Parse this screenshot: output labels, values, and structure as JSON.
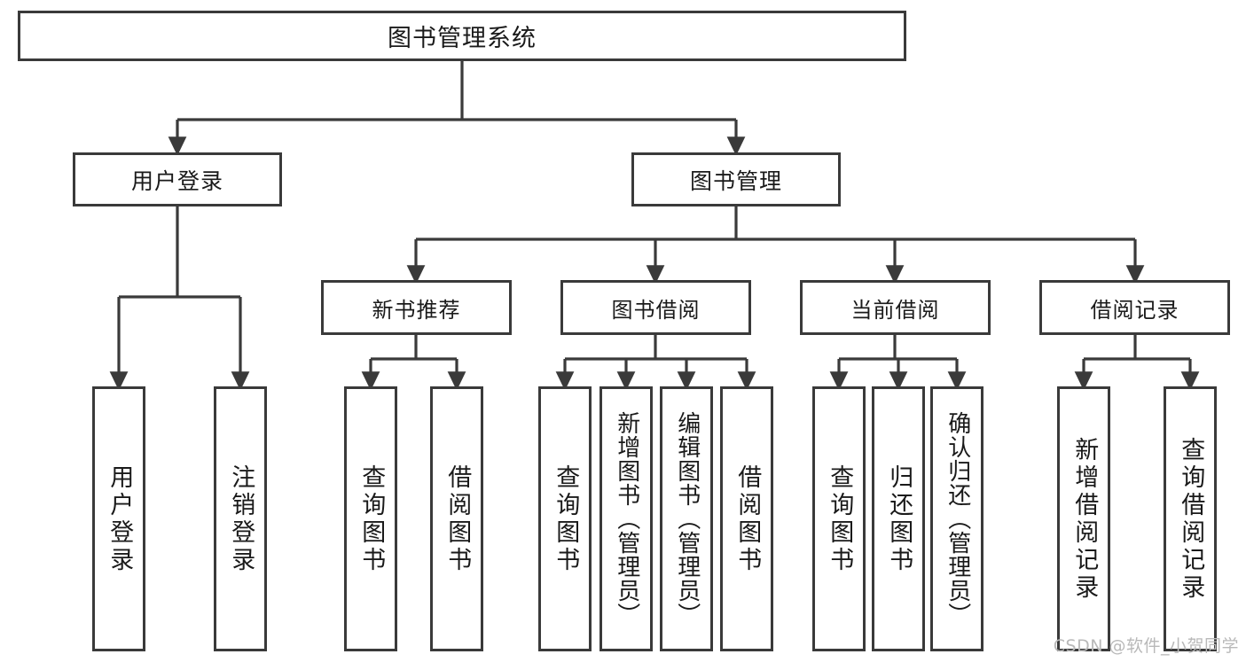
{
  "diagram": {
    "title": "图书管理系统",
    "watermark": "CSDN @软件_小贺同学",
    "line_color": "#3a3a3a",
    "box_fill": "#ffffff",
    "root": {
      "label": "图书管理系统"
    },
    "level1": [
      {
        "label": "用户登录"
      },
      {
        "label": "图书管理"
      }
    ],
    "level2": [
      {
        "label": "新书推荐"
      },
      {
        "label": "图书借阅"
      },
      {
        "label": "当前借阅"
      },
      {
        "label": "借阅记录"
      }
    ],
    "leaves": {
      "user_login": [
        {
          "label": "用户登录"
        },
        {
          "label": "注销登录"
        }
      ],
      "new_book": [
        {
          "label": "查询图书"
        },
        {
          "label": "借阅图书"
        }
      ],
      "borrow_book": [
        {
          "label": "查询图书"
        },
        {
          "label": "新增图书（管理员）"
        },
        {
          "label": "编辑图书（管理员）"
        },
        {
          "label": "借阅图书"
        }
      ],
      "current_borrow": [
        {
          "label": "查询图书"
        },
        {
          "label": "归还图书"
        },
        {
          "label": "确认归还（管理员）"
        }
      ],
      "borrow_record": [
        {
          "label": "新增借阅记录"
        },
        {
          "label": "查询借阅记录"
        }
      ]
    }
  }
}
